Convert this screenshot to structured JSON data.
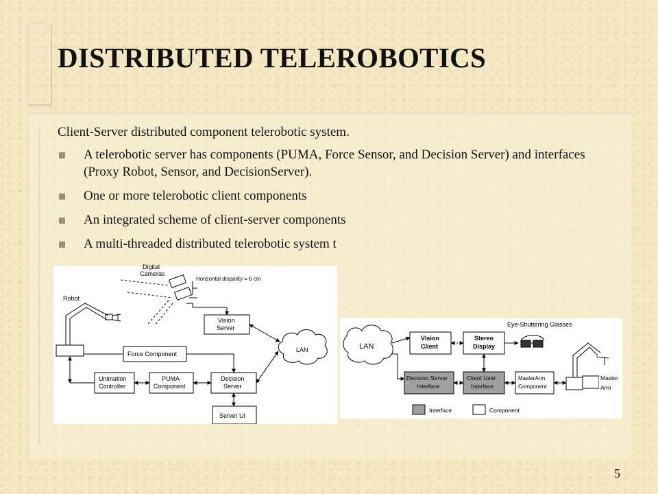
{
  "slide": {
    "title": "DISTRIBUTED TELEROBOTICS",
    "lead": "Client-Server distributed component telerobotic system.",
    "bullets": [
      "A telerobotic server has  components (PUMA, Force Sensor, and Decision Server) and interfaces (Proxy Robot, Sensor, and DecisionServer).",
      "One or more telerobotic client components",
      "An integrated scheme of client-server components",
      "A multi-threaded distributed telerobotic system t"
    ],
    "page_number": "5"
  },
  "diagram": {
    "left": {
      "digital_cameras": [
        "Digital",
        "Cameras"
      ],
      "disparity": "Horizontal disparity = 6 cm",
      "robot": "Robot",
      "vision_server": [
        "Vision",
        "Server"
      ],
      "force_component": "Force Component",
      "lan": "LAN",
      "unimation_controller": [
        "Unimation",
        "Controller"
      ],
      "puma_component": [
        "PUMA",
        "Component"
      ],
      "decision_server": [
        "Decision",
        "Server"
      ],
      "server_ui": "Server UI"
    },
    "right": {
      "lan": "LAN",
      "vision_client": [
        "Vision",
        "Client"
      ],
      "stereo_display": [
        "Stereo",
        "Display"
      ],
      "eye_glasses": "Eye-Shuttering Glasses",
      "decision_server_interface": [
        "Decision Server",
        "Interface"
      ],
      "client_user_interface": [
        "Client User",
        "Interface"
      ],
      "masterarm_component": [
        "MasterArm",
        "Component"
      ],
      "master_arm": [
        "Master",
        "Arm"
      ],
      "legend_interface": "Interface",
      "legend_component": "Component"
    },
    "colors": {
      "interface_fill": "#a0a0a0",
      "component_fill": "#ffffff",
      "diagram_bg": "#ffffff"
    }
  }
}
